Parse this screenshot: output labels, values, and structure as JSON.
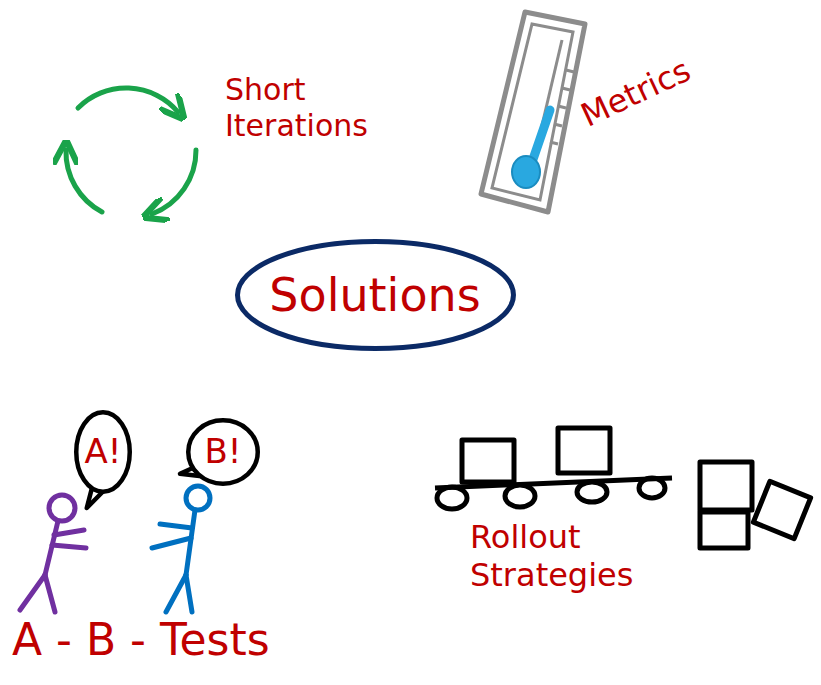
{
  "diagram": {
    "nodes": [
      {
        "text": [
          "Solutions"
        ]
      },
      {
        "text": [
          "A!"
        ]
      },
      {
        "text": [
          "B!"
        ]
      }
    ],
    "labels": [
      "Short Iterations",
      "Metrics",
      "A - B - Tests",
      "Rollout Strategies"
    ]
  }
}
